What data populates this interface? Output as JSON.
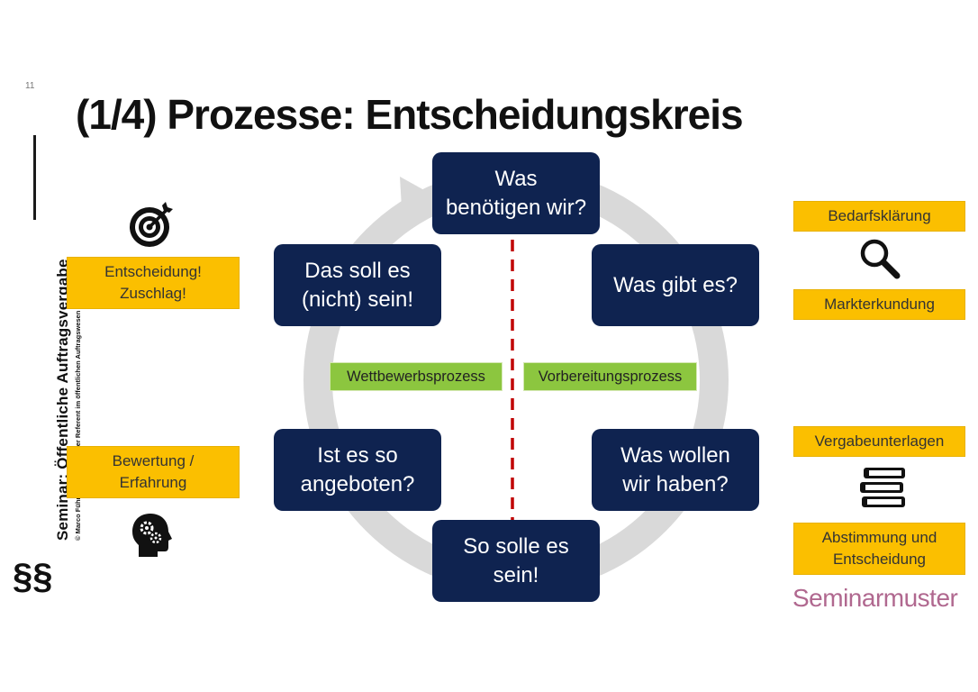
{
  "slide": {
    "page_number": "11",
    "title": "(1/4) Prozesse: Entscheidungskreis",
    "sidebar_title": "Seminar: Öffentliche Auftragsvergabe",
    "sidebar_subtitle": "© Marco Führer - Selbständiger Referent im öffentlichen Auftragswesen",
    "paragraph_mark": "§§"
  },
  "cycle": {
    "nodes": [
      "Was\nbenötigen wir?",
      "Was gibt es?",
      "Was wollen\nwir haben?",
      "So solle es\nsein!",
      "Ist es so\nangeboten?",
      "Das soll es\n(nicht) sein!"
    ],
    "left_process": "Wettbewerbsprozess",
    "right_process": "Vorbereitungsprozess"
  },
  "left_panel": {
    "box_top": "Entscheidung!\nZuschlag!",
    "box_bottom": "Bewertung /\nErfahrung"
  },
  "right_panel": {
    "box1": "Bedarfsklärung",
    "box2": "Markterkundung",
    "box3": "Vergabeunterlagen",
    "box4": "Abstimmung und\nEntscheidung"
  },
  "watermark": "Seminarmuster",
  "colors": {
    "node_fill": "#0f2350",
    "process_green": "#8cc63f",
    "box_yellow": "#fbbf00",
    "ring_gray": "#d9d9d9",
    "divider_red": "#c00000",
    "watermark": "#b0688f"
  },
  "icons": {
    "goal": "target-icon",
    "search": "magnifier-icon",
    "docs": "books-icon",
    "think": "head-gears-icon"
  }
}
